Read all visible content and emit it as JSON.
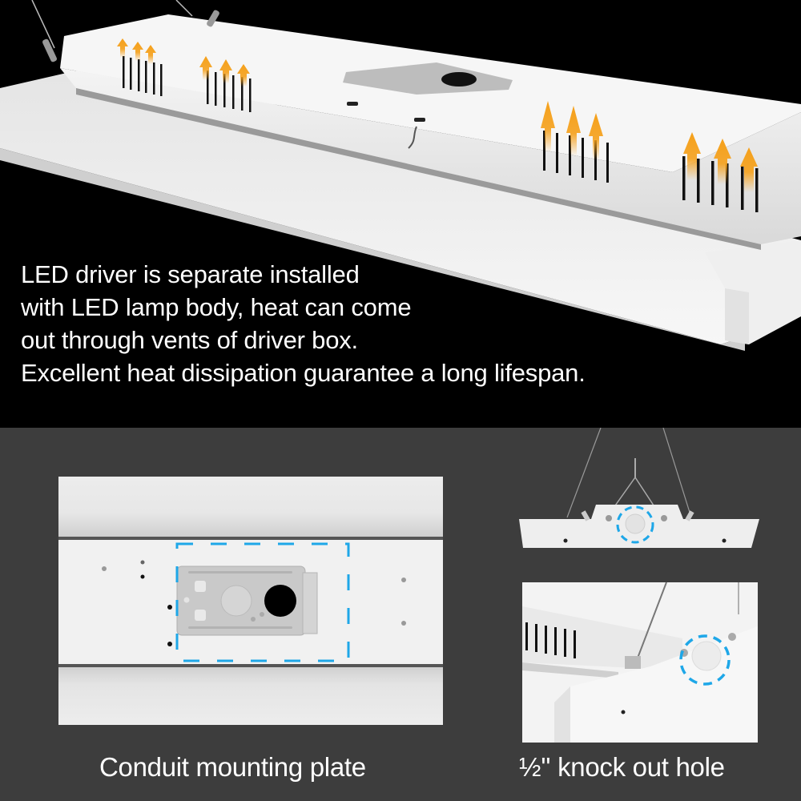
{
  "hero": {
    "description_lines": [
      "LED driver is separate installed",
      "with LED lamp body, heat can come",
      "out through vents of driver box.",
      "Excellent heat dissipation guarantee a long lifespan."
    ],
    "heat_arrow_color": "#f5a01a",
    "highlight_color": "#1ea7e8",
    "background_color": "#000000"
  },
  "features": [
    {
      "caption": "Conduit mounting plate",
      "icon": "conduit-mounting-plate-photo"
    },
    {
      "caption": "½'' knock out hole",
      "icon": "knock-out-hole-photo"
    }
  ],
  "colors": {
    "section_background": "#3d3d3d",
    "fixture_white": "#eeeeee",
    "dashed_highlight": "#1ea7e8"
  }
}
